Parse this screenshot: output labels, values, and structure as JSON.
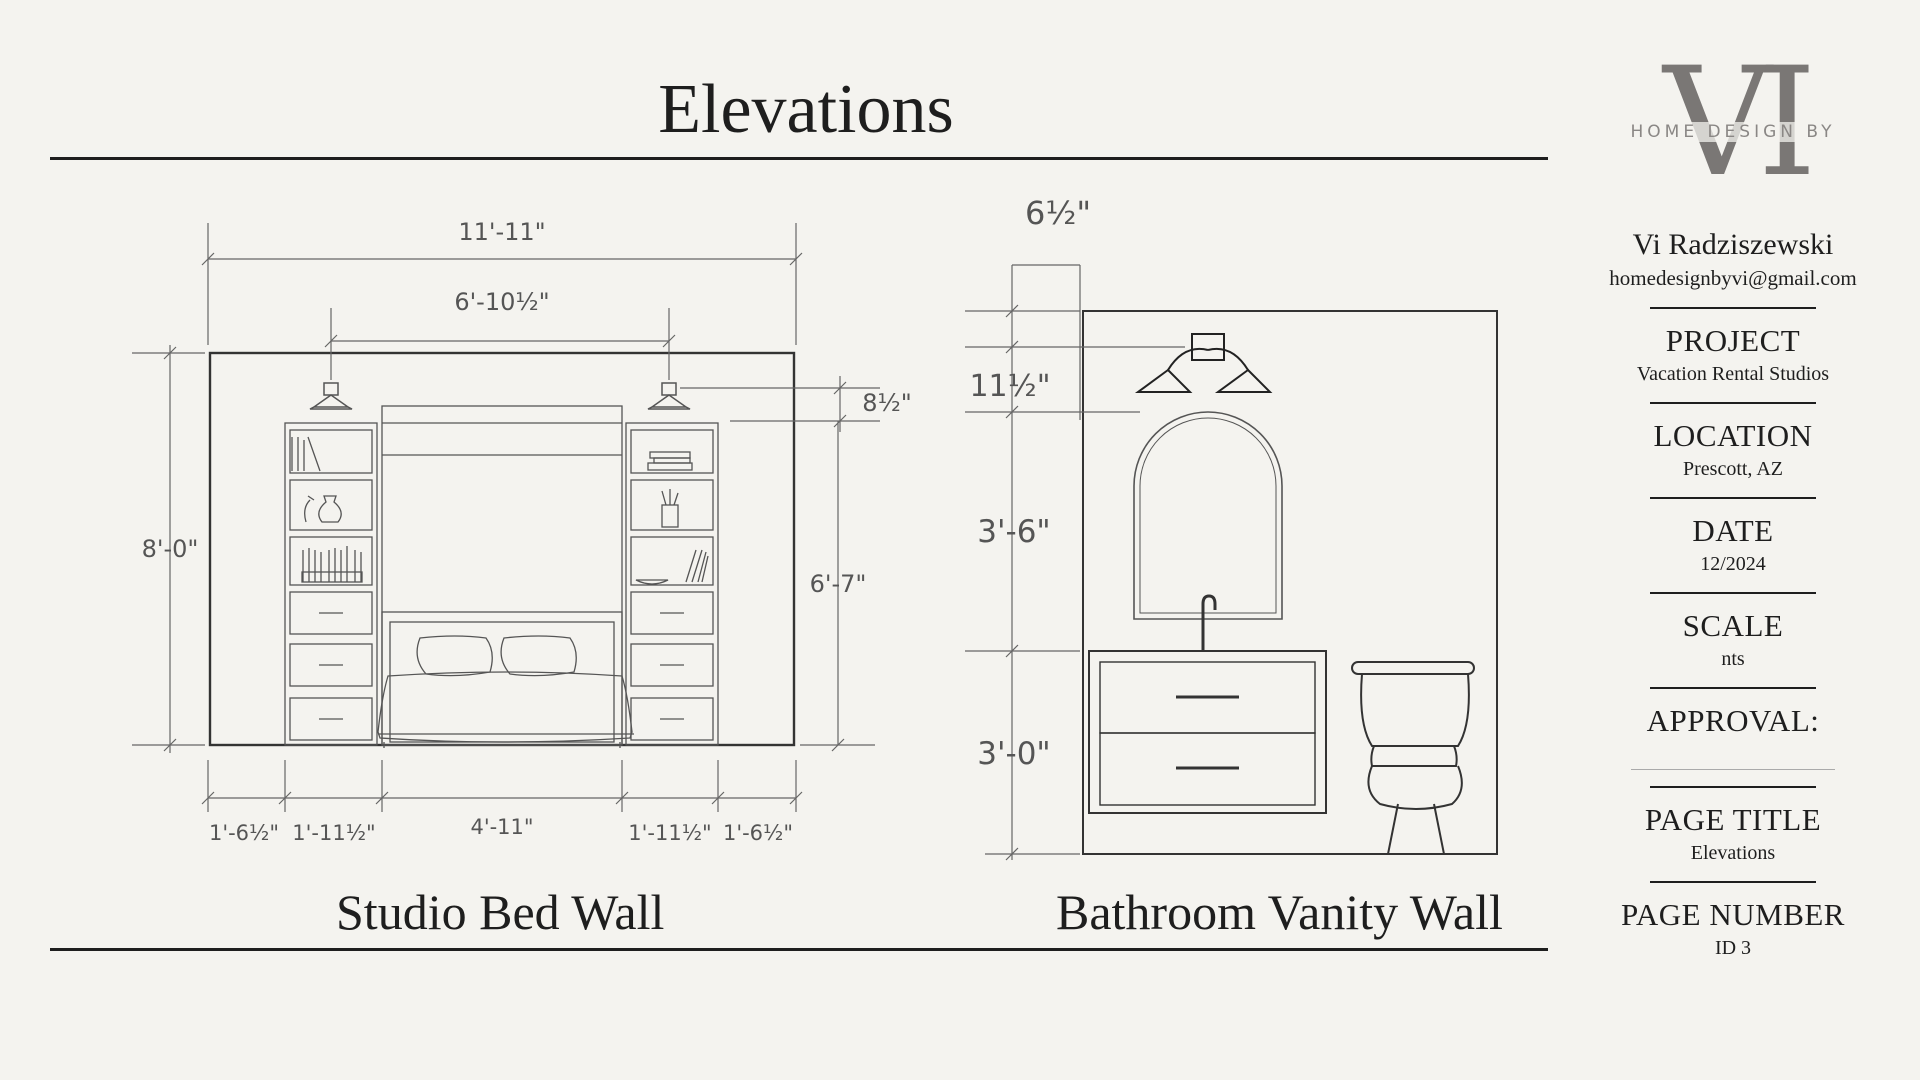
{
  "title": "Elevations",
  "captions": {
    "bed_wall": "Studio Bed Wall",
    "bath_wall": "Bathroom Vanity Wall"
  },
  "dimensions": {
    "bed_overall_width": "11'-11\"",
    "bed_inner_width": "6'-10½\"",
    "bed_height": "8'-0\"",
    "bed_light_drop": "8½\"",
    "bed_cabinet_height": "6'-7\"",
    "bed_seg_1": "1'-6½\"",
    "bed_seg_2": "1'-11½\"",
    "bed_seg_3": "4'-11\"",
    "bed_seg_4": "1'-11½\"",
    "bed_seg_5": "1'-6½\"",
    "bath_top_gap": "6½\"",
    "bath_light_mirror": "11½\"",
    "bath_mirror_height": "3'-6\"",
    "bath_vanity_height": "3'-0\""
  },
  "logo": {
    "letters": "VI",
    "text": "HOME DESIGN BY"
  },
  "designer": {
    "name": "Vi Radziszewski",
    "email": "homedesignbyvi@gmail.com"
  },
  "title_block": [
    {
      "label": "PROJECT",
      "value": "Vacation Rental Studios"
    },
    {
      "label": "LOCATION",
      "value": "Prescott, AZ"
    },
    {
      "label": "DATE",
      "value": "12/2024"
    },
    {
      "label": "SCALE",
      "value": "nts"
    },
    {
      "label": "APPROVAL:",
      "value": ""
    },
    {
      "label": "PAGE TITLE",
      "value": "Elevations"
    },
    {
      "label": "PAGE NUMBER",
      "value": "ID 3"
    }
  ],
  "colors": {
    "ink": "#1e1e1e",
    "line": "#555555",
    "paper": "#f4f3ef",
    "logo": "#7a7775"
  }
}
